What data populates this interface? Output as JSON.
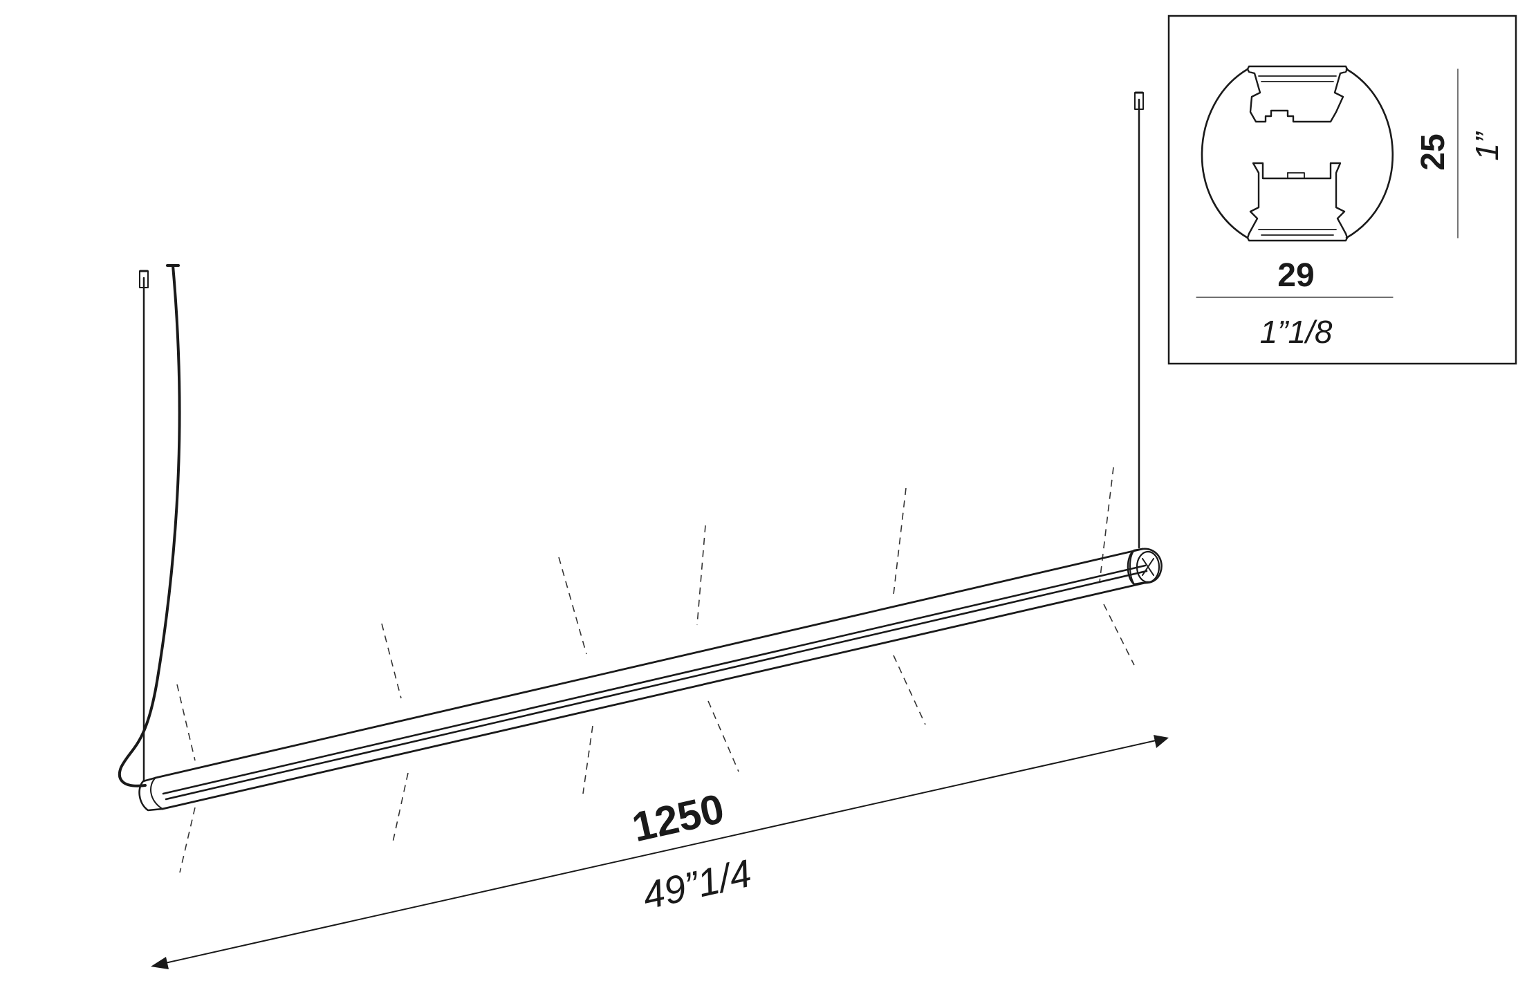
{
  "main_dimension": {
    "length_mm": "1250",
    "length_in": "49”1/4"
  },
  "section_detail": {
    "width_mm": "29",
    "width_in": "1”1/8",
    "height_mm": "25",
    "height_in": "1”"
  },
  "colors": {
    "line": "#1a1a1a",
    "background": "#ffffff"
  }
}
